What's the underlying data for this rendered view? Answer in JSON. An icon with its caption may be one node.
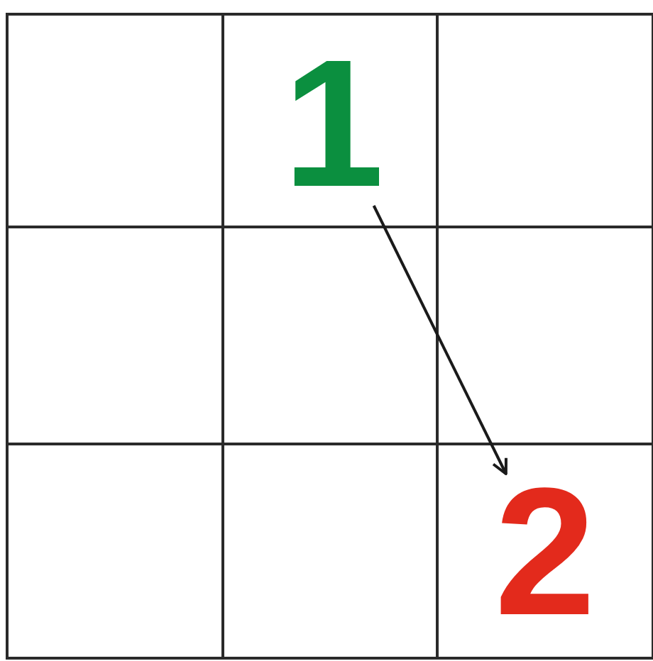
{
  "diagram": {
    "nodes": [
      {
        "text": [
          "1"
        ]
      },
      {
        "text": [
          "2"
        ]
      }
    ],
    "edges": [
      {
        "from": 0,
        "to": 1,
        "arrow": "to"
      }
    ]
  }
}
